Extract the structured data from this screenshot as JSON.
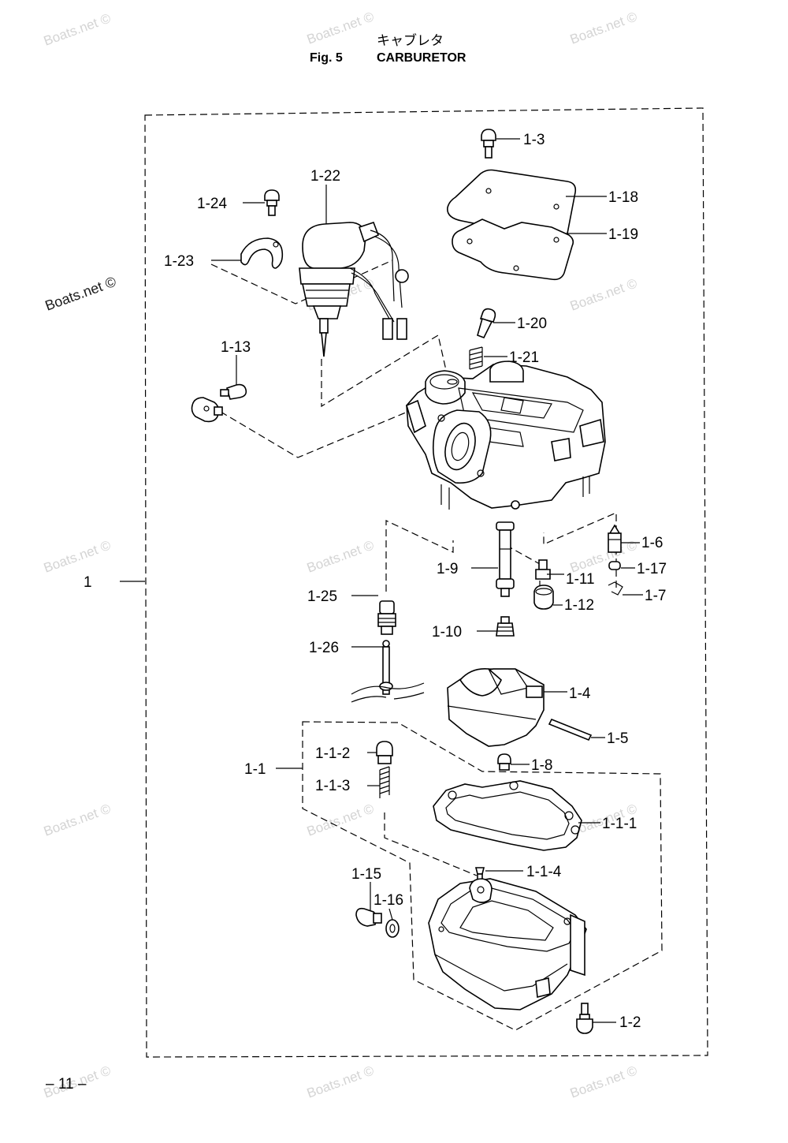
{
  "title": {
    "japanese": "キャブレタ",
    "fig_number": "Fig. 5",
    "fig_name": "CARBURETOR"
  },
  "callouts": {
    "c1": "1",
    "c1_1": "1-1",
    "c1_1_1": "1-1-1",
    "c1_1_2": "1-1-2",
    "c1_1_3": "1-1-3",
    "c1_1_4": "1-1-4",
    "c1_2": "1-2",
    "c1_3": "1-3",
    "c1_4": "1-4",
    "c1_5": "1-5",
    "c1_6": "1-6",
    "c1_7": "1-7",
    "c1_8": "1-8",
    "c1_9": "1-9",
    "c1_10": "1-10",
    "c1_11": "1-11",
    "c1_12": "1-12",
    "c1_13": "1-13",
    "c1_15": "1-15",
    "c1_16": "1-16",
    "c1_17": "1-17",
    "c1_18": "1-18",
    "c1_19": "1-19",
    "c1_20": "1-20",
    "c1_21": "1-21",
    "c1_22": "1-22",
    "c1_23": "1-23",
    "c1_24": "1-24",
    "c1_25": "1-25",
    "c1_26": "1-26"
  },
  "watermark": "Boats.net ©",
  "page_number": "– 11 –"
}
